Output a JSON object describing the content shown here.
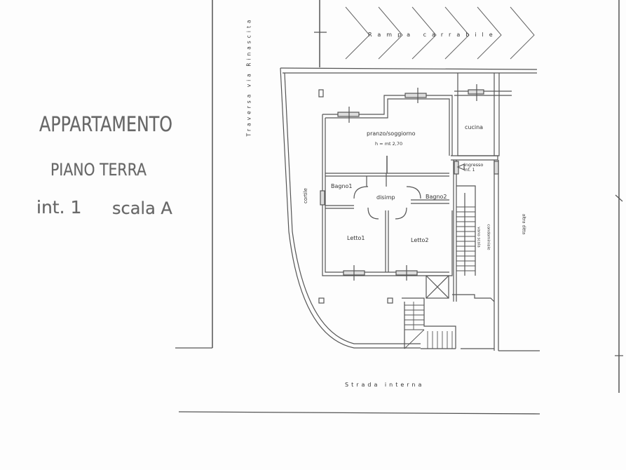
{
  "title_block": {
    "line1": "APPARTAMENTO",
    "line2": "PIANO TERRA",
    "unit": "int. 1",
    "stair": "scala A"
  },
  "streets": {
    "left_vertical": "Traversa via Rinascita",
    "top_ramp": "Rampa carrabile",
    "bottom": "Strada interna"
  },
  "rooms": [
    {
      "id": "pranzo",
      "label": "pranzo/soggiorno",
      "note": "h = mt 2,70"
    },
    {
      "id": "cucina",
      "label": "cucina"
    },
    {
      "id": "ingresso",
      "label": "ingresso",
      "note": "int. 1"
    },
    {
      "id": "bagno1",
      "label": "Bagno1"
    },
    {
      "id": "disimp",
      "label": "disimp"
    },
    {
      "id": "bagno2",
      "label": "Bagno2"
    },
    {
      "id": "letto1",
      "label": "Letto1"
    },
    {
      "id": "letto2",
      "label": "Letto2"
    }
  ],
  "other_labels": {
    "cortile": "cortile",
    "vano_scala": "vano scala",
    "condominiale": "condominiale",
    "altra_ditta": "altra ditta"
  },
  "colors": {
    "line": "#555555",
    "text": "#333333",
    "background": "#fdfdfd"
  }
}
